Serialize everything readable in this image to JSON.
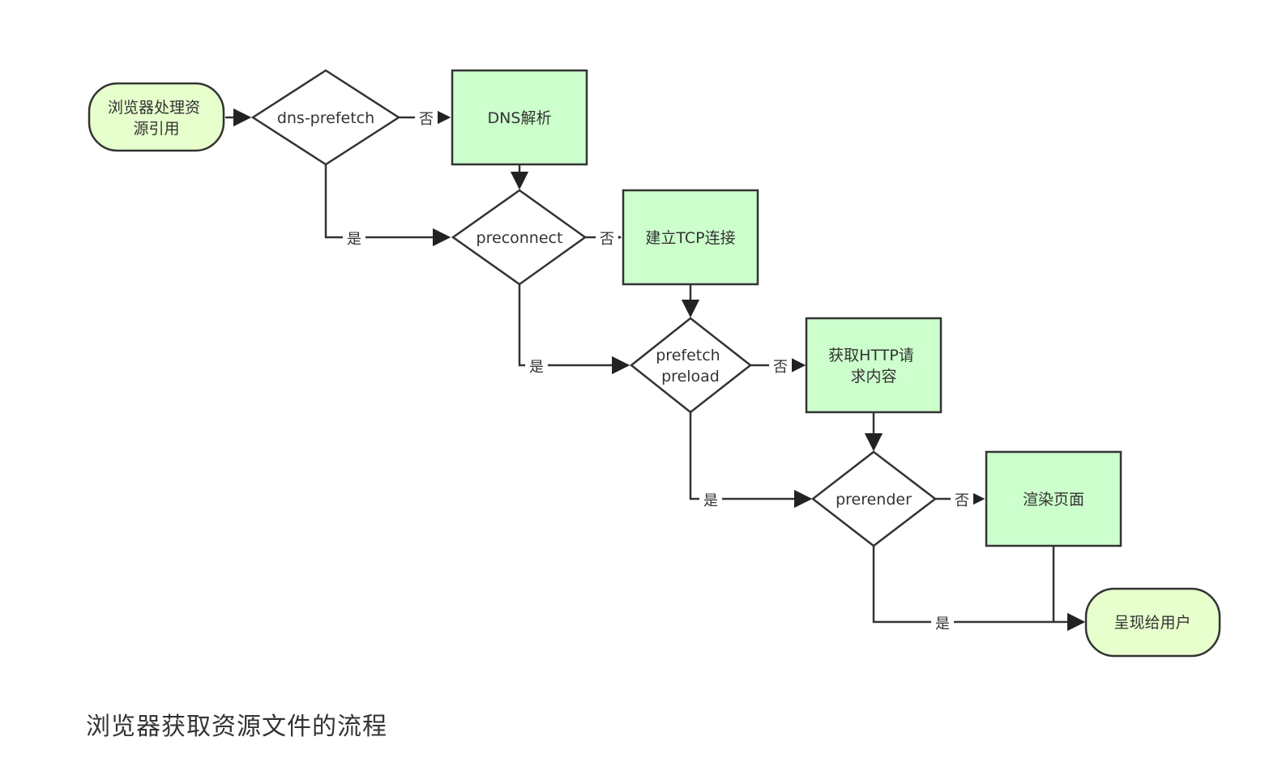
{
  "nodes": {
    "start": {
      "lines": [
        "浏览器处理资",
        "源引用"
      ]
    },
    "dns_prefetch": {
      "lines": [
        "dns-prefetch"
      ]
    },
    "dns_resolve": {
      "lines": [
        "DNS解析"
      ]
    },
    "preconnect": {
      "lines": [
        "preconnect"
      ]
    },
    "tcp": {
      "lines": [
        "建立TCP连接"
      ]
    },
    "prefetch_preload": {
      "lines": [
        "prefetch",
        "preload"
      ]
    },
    "http_request": {
      "lines": [
        "获取HTTP请",
        "求内容"
      ]
    },
    "prerender": {
      "lines": [
        "prerender"
      ]
    },
    "render_page": {
      "lines": [
        "渲染页面"
      ]
    },
    "present": {
      "lines": [
        "呈现给用户"
      ]
    }
  },
  "edge_labels": {
    "no": "否",
    "yes": "是"
  },
  "caption": "浏览器获取资源文件的流程",
  "colors": {
    "fill": "#ccffcc",
    "terminal_fill": "#e6ffcc",
    "stroke": "#333333"
  }
}
